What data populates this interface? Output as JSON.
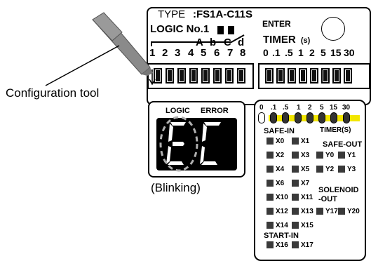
{
  "panel": {
    "type_label": "TYPE",
    "type_value": ":FS1A-C11S",
    "enter_label": "ENTER",
    "logic_no_label": "LOGIC No.1",
    "timer_label": "TIMER",
    "timer_unit": "(s)",
    "dip_letters": [
      "A",
      "b",
      "C",
      "d"
    ],
    "dip_numbers": [
      "1",
      "2",
      "3",
      "4",
      "5",
      "6",
      "7",
      "8"
    ],
    "timer_values": [
      "0",
      ".1",
      ".5",
      "1",
      "2",
      "5",
      "15",
      "30"
    ]
  },
  "callout": {
    "tool_label": "Configuration tool",
    "blinking_label": "(Blinking)"
  },
  "display": {
    "logic_label": "LOGIC",
    "error_label": "ERROR",
    "code": "EC"
  },
  "indicators": {
    "timer_scale": [
      "0",
      ".1",
      ".5",
      "1",
      "2",
      "5",
      "15",
      "30"
    ],
    "timer_caption": "TIMER(S)",
    "safe_in": "SAFE-IN",
    "safe_out": "SAFE-OUT",
    "solenoid_out": "SOLENOID\n-OUT",
    "start_in": "START-IN",
    "inputs": [
      "X0",
      "X1",
      "X2",
      "X3",
      "X4",
      "X5",
      "X6",
      "X7",
      "X10",
      "X11",
      "X12",
      "X13",
      "X14",
      "X15",
      "X16",
      "X17"
    ],
    "outputs": [
      "Y0",
      "Y1",
      "Y2",
      "Y3",
      "Y17",
      "Y20"
    ]
  },
  "colors": {
    "timer_highlight": "#f2e600",
    "led_off": "#3a3a3a"
  }
}
